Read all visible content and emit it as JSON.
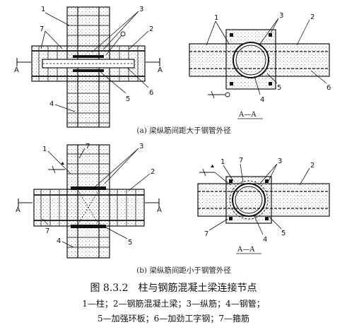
{
  "figure": {
    "caption": "图 8.3.2　柱与钢筋混凝土梁连接节点",
    "legend_line1": "1—柱；2—钢筋混凝土梁；3—纵筋；4—钢管；",
    "legend_line2": "5—加强环板；6—加劲工字钢；7—箍筋"
  },
  "subfigure_a": {
    "caption": "(a) 梁纵筋间距大于钢管外径",
    "section_label": "A—A",
    "cut_label": "A",
    "callouts_elevation": [
      "1",
      "7",
      "3",
      "2",
      "4",
      "5",
      "6"
    ],
    "callouts_section": [
      "1",
      "3",
      "2",
      "4",
      "5",
      "6"
    ]
  },
  "subfigure_b": {
    "caption": "(b) 梁纵筋间距小于钢管外径",
    "section_label": "A—A",
    "cut_label": "A",
    "callouts_elevation": [
      "1",
      "7",
      "3",
      "2",
      "7",
      "4",
      "5"
    ],
    "callouts_section": [
      "1",
      "7",
      "3",
      "2",
      "7",
      "4",
      "5"
    ]
  }
}
